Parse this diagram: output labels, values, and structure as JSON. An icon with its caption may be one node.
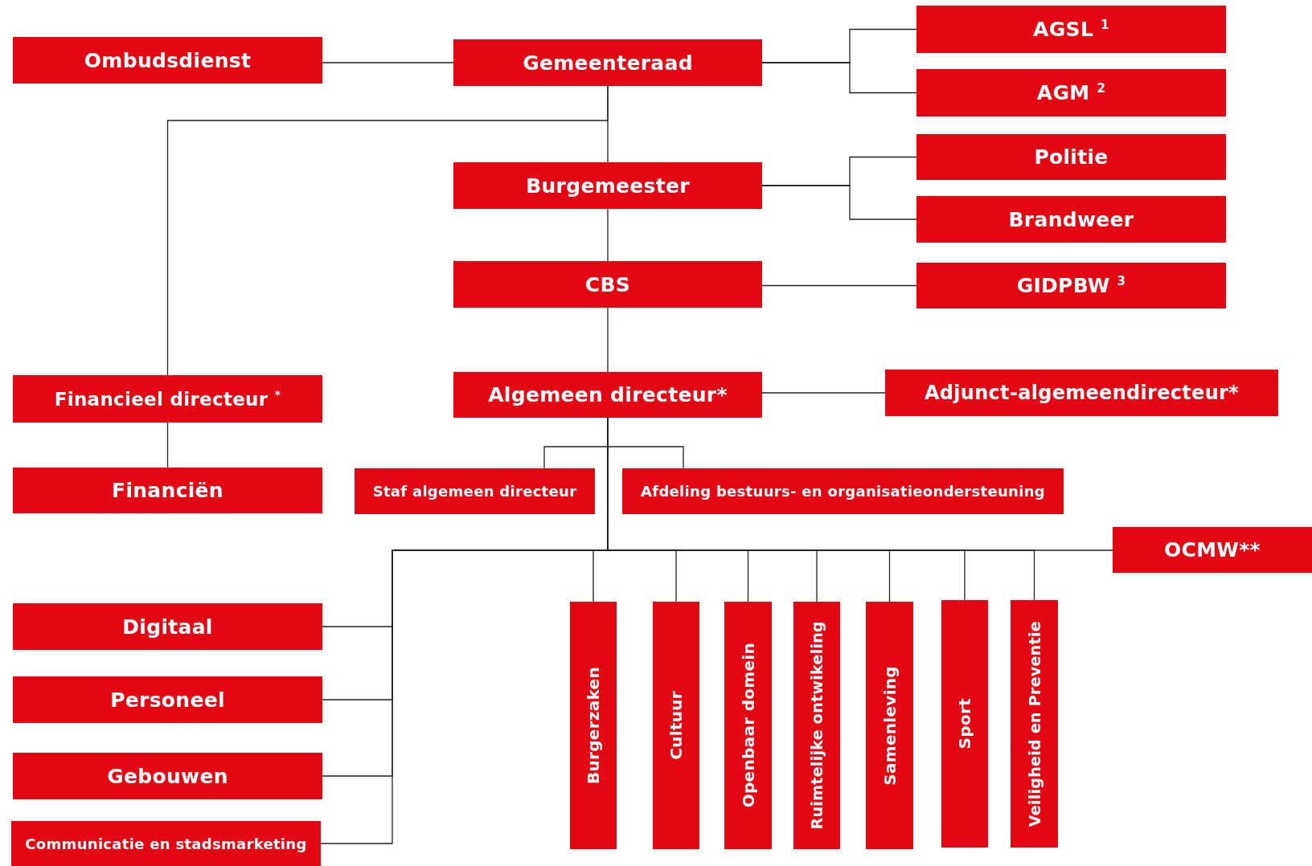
{
  "diagram": {
    "nodes": [
      {
        "text": [
          "Ombudsdienst"
        ]
      },
      {
        "text": [
          "Gemeenteraad"
        ]
      },
      {
        "text": [
          "AGSL $^{1}$"
        ]
      },
      {
        "text": [
          "AGM $^{2}$"
        ]
      },
      {
        "text": [
          "Politie"
        ]
      },
      {
        "text": [
          "Brandweer"
        ]
      },
      {
        "text": [
          "Burgemeester"
        ]
      },
      {
        "text": [
          "CBS"
        ]
      },
      {
        "text": [
          "GIDPBW $^{3}$"
        ]
      },
      {
        "text": [
          "Financieel directeur $^{*}$"
        ]
      },
      {
        "text": [
          "Algemeen directeur*"
        ]
      },
      {
        "text": [
          "Adjunct-algemeendirecteur*"
        ]
      },
      {
        "text": [
          "Financiën"
        ]
      },
      {
        "text": [
          "Staf algemeen directeur"
        ]
      },
      {
        "text": [
          "Afdeling bestuurs- en organisatieondersteuning"
        ]
      },
      {
        "text": [
          "OCMW**"
        ]
      },
      {
        "text": [
          "Digitaal"
        ]
      },
      {
        "text": [
          "Personeel"
        ]
      },
      {
        "text": [
          "Gebouwen"
        ]
      },
      {
        "text": [
          "Communicatie en stadsmarketing"
        ]
      },
      {
        "text": [
          "Burgerzaken"
        ]
      },
      {
        "text": [
          "Cultuur"
        ]
      },
      {
        "text": [
          "Openbaar domein"
        ]
      },
      {
        "text": [
          "Ruimtelijke ontwikeling"
        ]
      },
      {
        "text": [
          "Samenleving"
        ]
      },
      {
        "text": [
          "Sport"
        ]
      },
      {
        "text": [
          "Veiligheid en Preventie"
        ]
      }
    ],
    "edges": [
      {
        "from": 0,
        "to": 1,
        "arrow": "none"
      },
      {
        "from": 1,
        "to": 2,
        "arrow": "none"
      },
      {
        "from": 1,
        "to": 3,
        "arrow": "none"
      },
      {
        "from": 1,
        "to": 6,
        "arrow": "none"
      },
      {
        "from": 1,
        "to": 9,
        "arrow": "none"
      },
      {
        "from": 6,
        "to": 4,
        "arrow": "none"
      },
      {
        "from": 6,
        "to": 5,
        "arrow": "none"
      },
      {
        "from": 6,
        "to": 7,
        "arrow": "none"
      },
      {
        "from": 7,
        "to": 8,
        "arrow": "none"
      },
      {
        "from": 7,
        "to": 10,
        "arrow": "none"
      },
      {
        "from": 10,
        "to": 11,
        "arrow": "none"
      },
      {
        "from": 9,
        "to": 12,
        "arrow": "none"
      },
      {
        "from": 10,
        "to": 13,
        "arrow": "none"
      },
      {
        "from": 10,
        "to": 14,
        "arrow": "none"
      },
      {
        "from": 10,
        "to": 15,
        "arrow": "none"
      },
      {
        "from": 10,
        "to": 16,
        "arrow": "none"
      },
      {
        "from": 10,
        "to": 17,
        "arrow": "none"
      },
      {
        "from": 10,
        "to": 18,
        "arrow": "none"
      },
      {
        "from": 10,
        "to": 19,
        "arrow": "none"
      },
      {
        "from": 10,
        "to": 20,
        "arrow": "none"
      },
      {
        "from": 10,
        "to": 21,
        "arrow": "none"
      },
      {
        "from": 10,
        "to": 22,
        "arrow": "none"
      },
      {
        "from": 10,
        "to": 23,
        "arrow": "none"
      },
      {
        "from": 10,
        "to": 24,
        "arrow": "none"
      },
      {
        "from": 10,
        "to": 25,
        "arrow": "none"
      },
      {
        "from": 10,
        "to": 26,
        "arrow": "none"
      }
    ]
  }
}
